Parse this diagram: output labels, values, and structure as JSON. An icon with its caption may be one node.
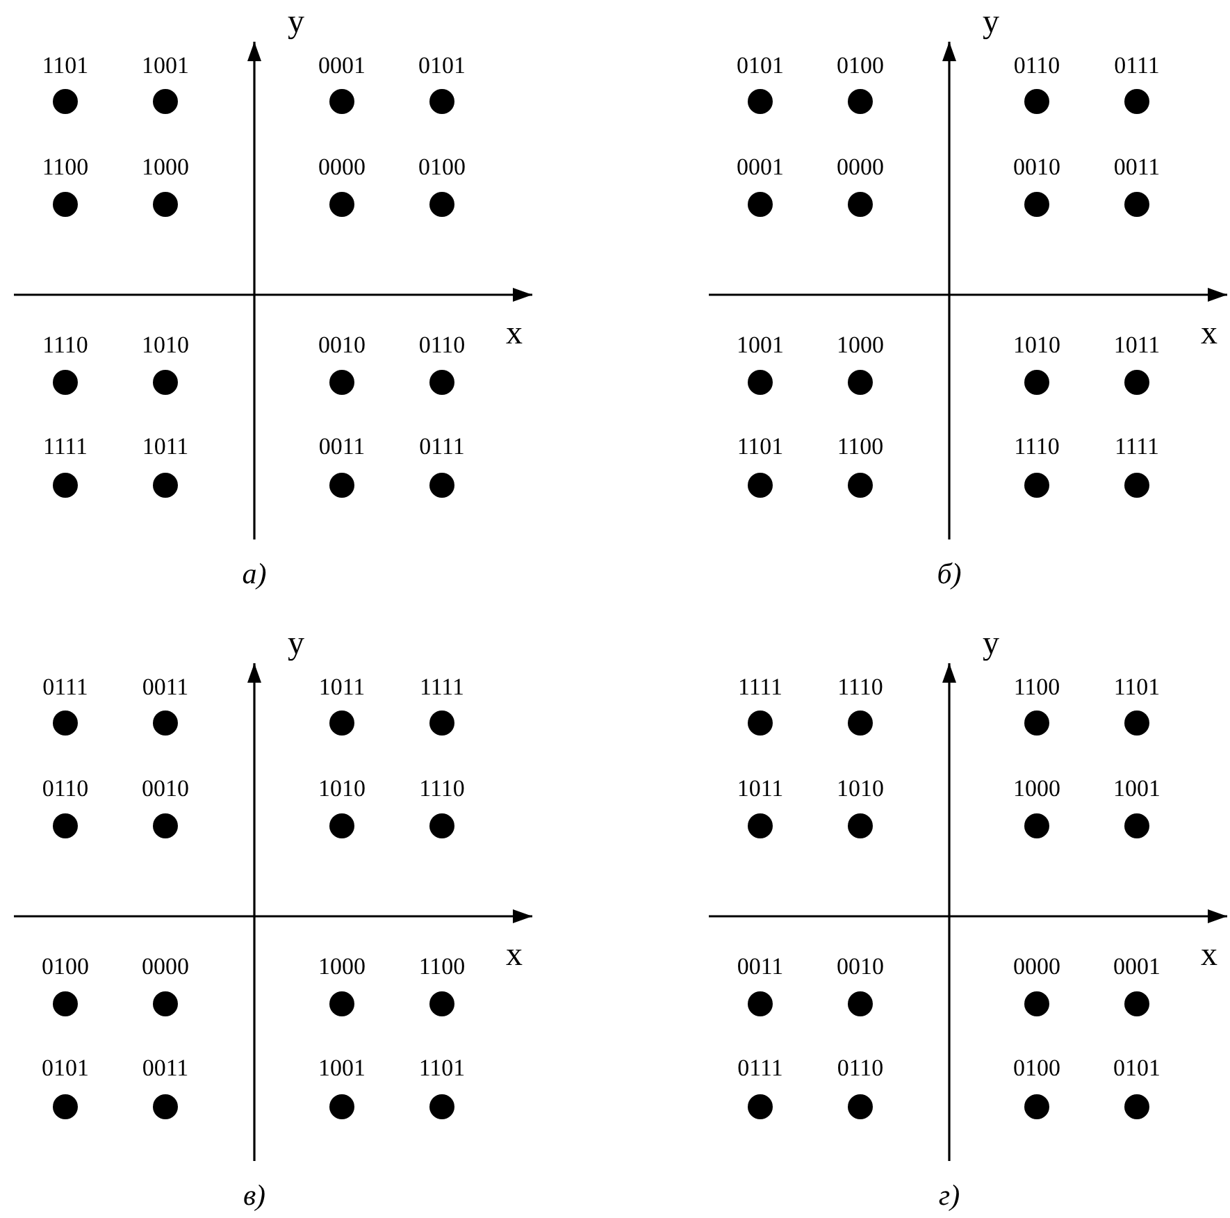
{
  "diagram": {
    "labels": [
      "y",
      "1101",
      "1001",
      "0001",
      "0101",
      "1100",
      "1000",
      "0000",
      "0100",
      "1110",
      "1010",
      "0010",
      "0110",
      "1111",
      "1011",
      "0011",
      "0111",
      "x",
      "а)",
      "y",
      "0101",
      "0100",
      "0110",
      "0111",
      "0001",
      "0000",
      "0010",
      "0011",
      "1001",
      "1000",
      "1010",
      "1011",
      "1101",
      "1100",
      "1110",
      "1111",
      "x",
      "б)",
      "y",
      "0111",
      "0011",
      "1011",
      "1111",
      "0110",
      "0010",
      "1010",
      "1110",
      "0100",
      "0000",
      "1000",
      "1100",
      "0101",
      "0011",
      "1001",
      "1101",
      "x",
      "в)",
      "y",
      "1111",
      "1110",
      "1100",
      "1101",
      "1011",
      "1010",
      "1000",
      "1001",
      "0011",
      "0010",
      "0000",
      "0001",
      "0111",
      "0110",
      "0100",
      "0101",
      "x",
      "г)"
    ]
  }
}
